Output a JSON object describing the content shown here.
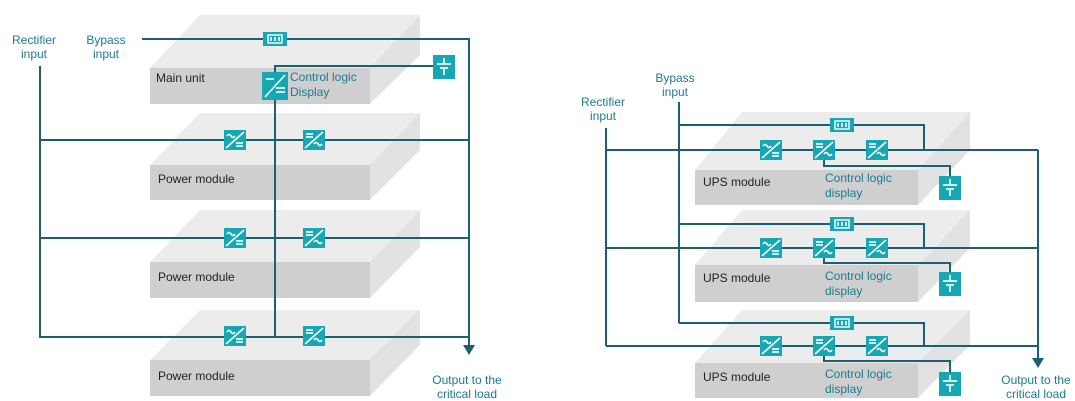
{
  "left": {
    "rectifier_label": [
      "Rectifier",
      "input"
    ],
    "bypass_label": [
      "Bypass",
      "input"
    ],
    "output_label": [
      "Output to the",
      "critical load"
    ],
    "main_unit": "Main unit",
    "control_logic": [
      "Control logic",
      "Display"
    ],
    "modules": [
      "Power module",
      "Power module",
      "Power module"
    ]
  },
  "right": {
    "rectifier_label": [
      "Rectifier",
      "input"
    ],
    "bypass_label": [
      "Bypass",
      "input"
    ],
    "output_label": [
      "Output to the",
      "critical load"
    ],
    "modules": [
      {
        "name": "UPS module",
        "control": [
          "Control logic",
          "display"
        ]
      },
      {
        "name": "UPS module",
        "control": [
          "Control logic",
          "display"
        ]
      },
      {
        "name": "UPS module",
        "control": [
          "Control logic",
          "display"
        ]
      }
    ]
  },
  "colors": {
    "wire": "#1a5f72",
    "icon": "#15a8b4",
    "label": "#1b7b8f"
  },
  "icons": [
    "ac-dc-converter-icon",
    "dc-ac-inverter-icon",
    "static-switch-icon",
    "battery-icon"
  ]
}
